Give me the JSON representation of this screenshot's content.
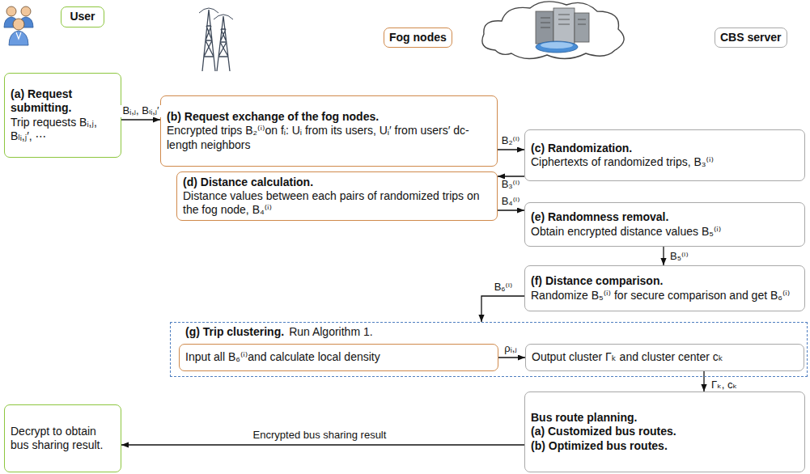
{
  "diagram": {
    "nodes": [
      {
        "text": [
          "User"
        ]
      },
      {
        "text": [
          "Fog nodes"
        ]
      },
      {
        "text": [
          "CBS server"
        ]
      },
      {
        "text": [
          "(a) Request submitting.",
          "Trip requests Bᵢ,ⱼ, Bₗᵢ,ⱼ′, ⋯"
        ]
      },
      {
        "text": [
          "(b) Request exchange of the fog nodes.",
          "Encrypted trips B₂⁽ⁱ⁾on fᵢ: Uᵢ from its users, Uᵢ′ from users′ dc-length neighbors"
        ]
      },
      {
        "text": [
          "(c) Randomization.",
          "Ciphertexts of randomized trips, B₃⁽ⁱ⁾"
        ]
      },
      {
        "text": [
          "(d) Distance calculation.",
          "Distance values between each pairs of randomized trips on the fog node, B₄⁽ⁱ⁾"
        ]
      },
      {
        "text": [
          "(e) Randomness removal.",
          "Obtain encrypted distance values B₅⁽ⁱ⁾"
        ]
      },
      {
        "text": [
          "(f) Distance comparison.",
          "Randomize B₅⁽ⁱ⁾ for secure comparison and get B₆⁽ⁱ⁾"
        ]
      },
      {
        "text": [
          "(g) Trip clustering.",
          "Run Algorithm 1."
        ]
      },
      {
        "text": [
          "Input all B₆⁽ⁱ⁾and calculate local density"
        ],
        "in": 9
      },
      {
        "text": [
          "Output cluster Γₖ and cluster center cₖ"
        ],
        "in": 9
      },
      {
        "text": [
          "Bus route planning.",
          "(a) Customized bus routes.",
          "(b) Optimized bus routes."
        ]
      },
      {
        "text": [
          "Decrypt to obtain bus sharing result."
        ]
      }
    ],
    "edges": [
      {
        "from": 3,
        "to": 4,
        "arrow": "to",
        "label": "Bᵢ,ⱼ, Bₗᵢ,ⱼ′"
      },
      {
        "from": 4,
        "to": 5,
        "arrow": "to",
        "label": "B₂⁽ⁱ⁾"
      },
      {
        "from": 5,
        "to": 6,
        "arrow": "to",
        "label": "B₃⁽ⁱ⁾"
      },
      {
        "from": 6,
        "to": 7,
        "arrow": "to",
        "label": "B₄⁽ⁱ⁾"
      },
      {
        "from": 7,
        "to": 8,
        "arrow": "to",
        "label": "B₅⁽ⁱ⁾"
      },
      {
        "from": 8,
        "to": 9,
        "arrow": "to",
        "label": "B₆⁽ⁱ⁾"
      },
      {
        "from": 10,
        "to": 11,
        "arrow": "to",
        "label": "ρᵢ,ⱼ"
      },
      {
        "from": 11,
        "to": 12,
        "arrow": "to",
        "label": "Γₖ, cₖ"
      },
      {
        "from": 12,
        "to": 13,
        "arrow": "to",
        "label": "Encrypted bus sharing result"
      }
    ]
  }
}
